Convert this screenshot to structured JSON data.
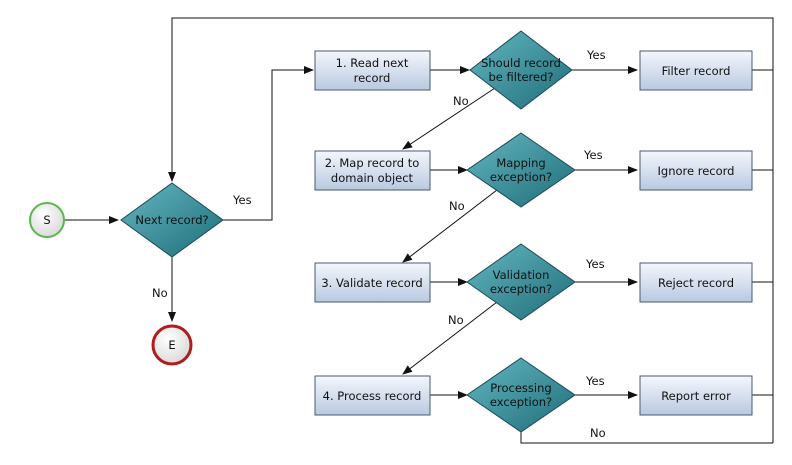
{
  "start": {
    "label": "S"
  },
  "end": {
    "label": "E"
  },
  "decision_main": {
    "label": "Next record?"
  },
  "steps": [
    {
      "line1": "1. Read next",
      "line2": "record"
    },
    {
      "line1": "2. Map record to",
      "line2": "domain object"
    },
    {
      "line1": "3. Validate record",
      "line2": ""
    },
    {
      "line1": "4. Process record",
      "line2": ""
    }
  ],
  "checks": [
    {
      "line1": "Should record",
      "line2": "be filtered?"
    },
    {
      "line1": "Mapping",
      "line2": "exception?"
    },
    {
      "line1": "Validation",
      "line2": "exception?"
    },
    {
      "line1": "Processing",
      "line2": "exception?"
    }
  ],
  "outcomes": [
    "Filter record",
    "Ignore record",
    "Reject record",
    "Report error"
  ],
  "edge_labels": {
    "yes": "Yes",
    "no": "No"
  },
  "colors": {
    "start_stroke": "#58b84a",
    "end_stroke": "#b01c1c",
    "diamond_fill": "#2e8593",
    "box_fill": "#dbe5f3"
  }
}
